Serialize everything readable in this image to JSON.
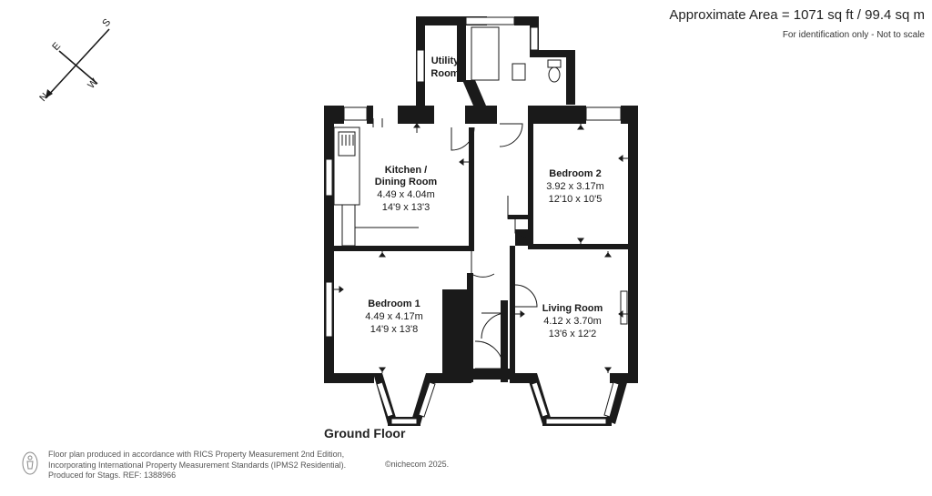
{
  "header": {
    "area_title": "Approximate Area = 1071 sq ft / 99.4 sq m",
    "disclaimer": "For identification only - Not to scale"
  },
  "compass": {
    "n": "N",
    "s": "S",
    "e": "E",
    "w": "W",
    "icon": "compass-icon"
  },
  "rooms": {
    "utility": {
      "name_line1": "Utility",
      "name_line2": "Room"
    },
    "kitchen": {
      "name_line1": "Kitchen /",
      "name_line2": "Dining Room",
      "metric": "4.49 x 4.04m",
      "imperial": "14'9 x 13'3"
    },
    "bedroom2": {
      "name": "Bedroom 2",
      "metric": "3.92 x 3.17m",
      "imperial": "12'10 x 10'5"
    },
    "bedroom1": {
      "name": "Bedroom 1",
      "metric": "4.49 x 4.17m",
      "imperial": "14'9 x 13'8"
    },
    "living": {
      "name": "Living Room",
      "metric": "4.12 x 3.70m",
      "imperial": "13'6 x 12'2"
    }
  },
  "floor_label": "Ground Floor",
  "footer": {
    "line1": "Floor plan produced in accordance with RICS Property Measurement 2nd Edition,",
    "line2": "Incorporating International Property Measurement Standards (IPMS2 Residential).",
    "line3": "Produced for Stags.   REF: 1388966",
    "logo_text": "©nichecom 2025."
  },
  "colors": {
    "wall": "#1a1a1a",
    "window": "#ffffff",
    "text": "#1a1a1a"
  }
}
